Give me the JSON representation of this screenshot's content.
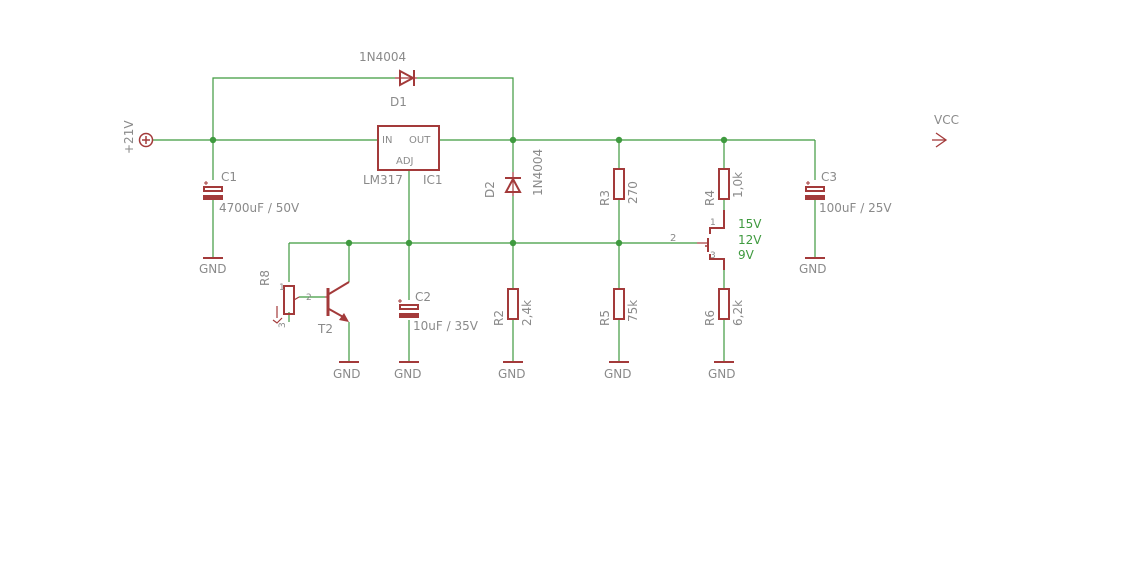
{
  "input": {
    "label": "+21V"
  },
  "vcc": {
    "label": "VCC"
  },
  "d1": {
    "name": "D1",
    "value": "1N4004"
  },
  "d2": {
    "name": "D2",
    "value": "1N4004"
  },
  "ic1": {
    "name": "IC1",
    "value": "LM317",
    "pin_in": "IN",
    "pin_out": "OUT",
    "pin_adj": "ADJ"
  },
  "c1": {
    "name": "C1",
    "value": "4700uF / 50V"
  },
  "c2": {
    "name": "C2",
    "value": "10uF / 35V"
  },
  "c3": {
    "name": "C3",
    "value": "100uF / 25V"
  },
  "r2": {
    "name": "R2",
    "value": "2,4k"
  },
  "r3": {
    "name": "R3",
    "value": "270"
  },
  "r4": {
    "name": "R4",
    "value": "1,0k"
  },
  "r5": {
    "name": "R5",
    "value": "75k"
  },
  "r6": {
    "name": "R6",
    "value": "6,2k"
  },
  "r8": {
    "name": "R8",
    "pin1": "1",
    "pin2": "2",
    "pin3": "3"
  },
  "t2": {
    "name": "T2"
  },
  "switch": {
    "pin1": "1",
    "pin2": "2",
    "pin3": "3",
    "opt1": "15V",
    "opt2": "12V",
    "opt3": "9V"
  },
  "gnd_label": "GND"
}
